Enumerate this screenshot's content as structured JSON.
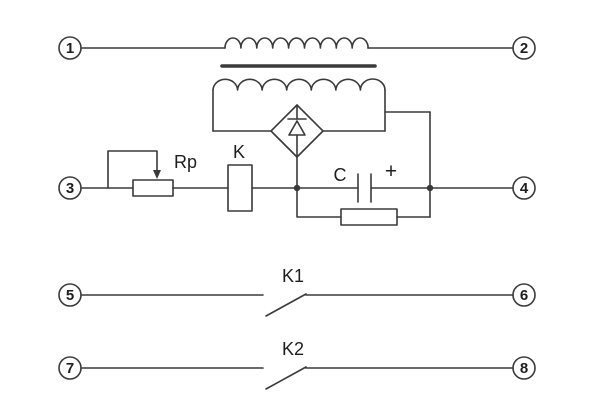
{
  "diagram": {
    "terminals": [
      "1",
      "2",
      "3",
      "4",
      "5",
      "6",
      "7",
      "8"
    ],
    "components": {
      "potentiometer_label": "Rp",
      "relay_coil_label": "K",
      "capacitor_label": "C",
      "capacitor_polarity": "+",
      "contact1_label": "K1",
      "contact2_label": "K2"
    },
    "colors": {
      "line": "#3a3a3a",
      "text": "#1e1e1e",
      "background": "#ffffff"
    }
  }
}
